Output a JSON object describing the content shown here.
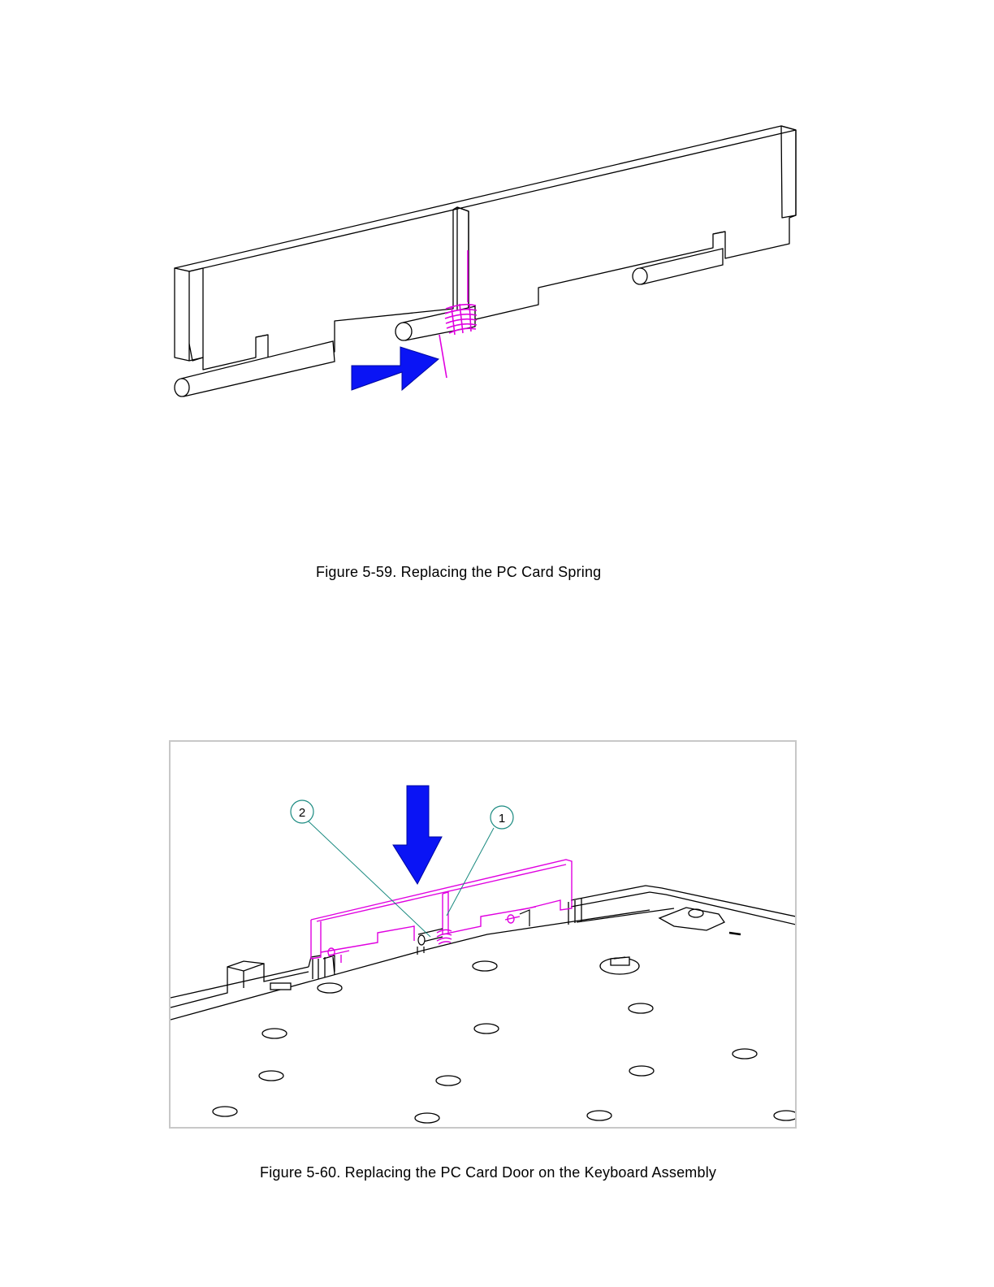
{
  "figures": [
    {
      "caption": "Figure 5-59. Replacing the PC Card Spring"
    },
    {
      "caption": "Figure 5-60. Replacing the PC Card Door on the Keyboard Assembly",
      "callouts": [
        "2",
        "1"
      ]
    }
  ],
  "colors": {
    "line": "#000000",
    "highlight": "#e000e0",
    "arrow": "#0a14f5",
    "callout_line": "#1a8a80",
    "frame": "#c8c8c8"
  },
  "icons": [
    "push-arrow-right",
    "push-arrow-down"
  ]
}
